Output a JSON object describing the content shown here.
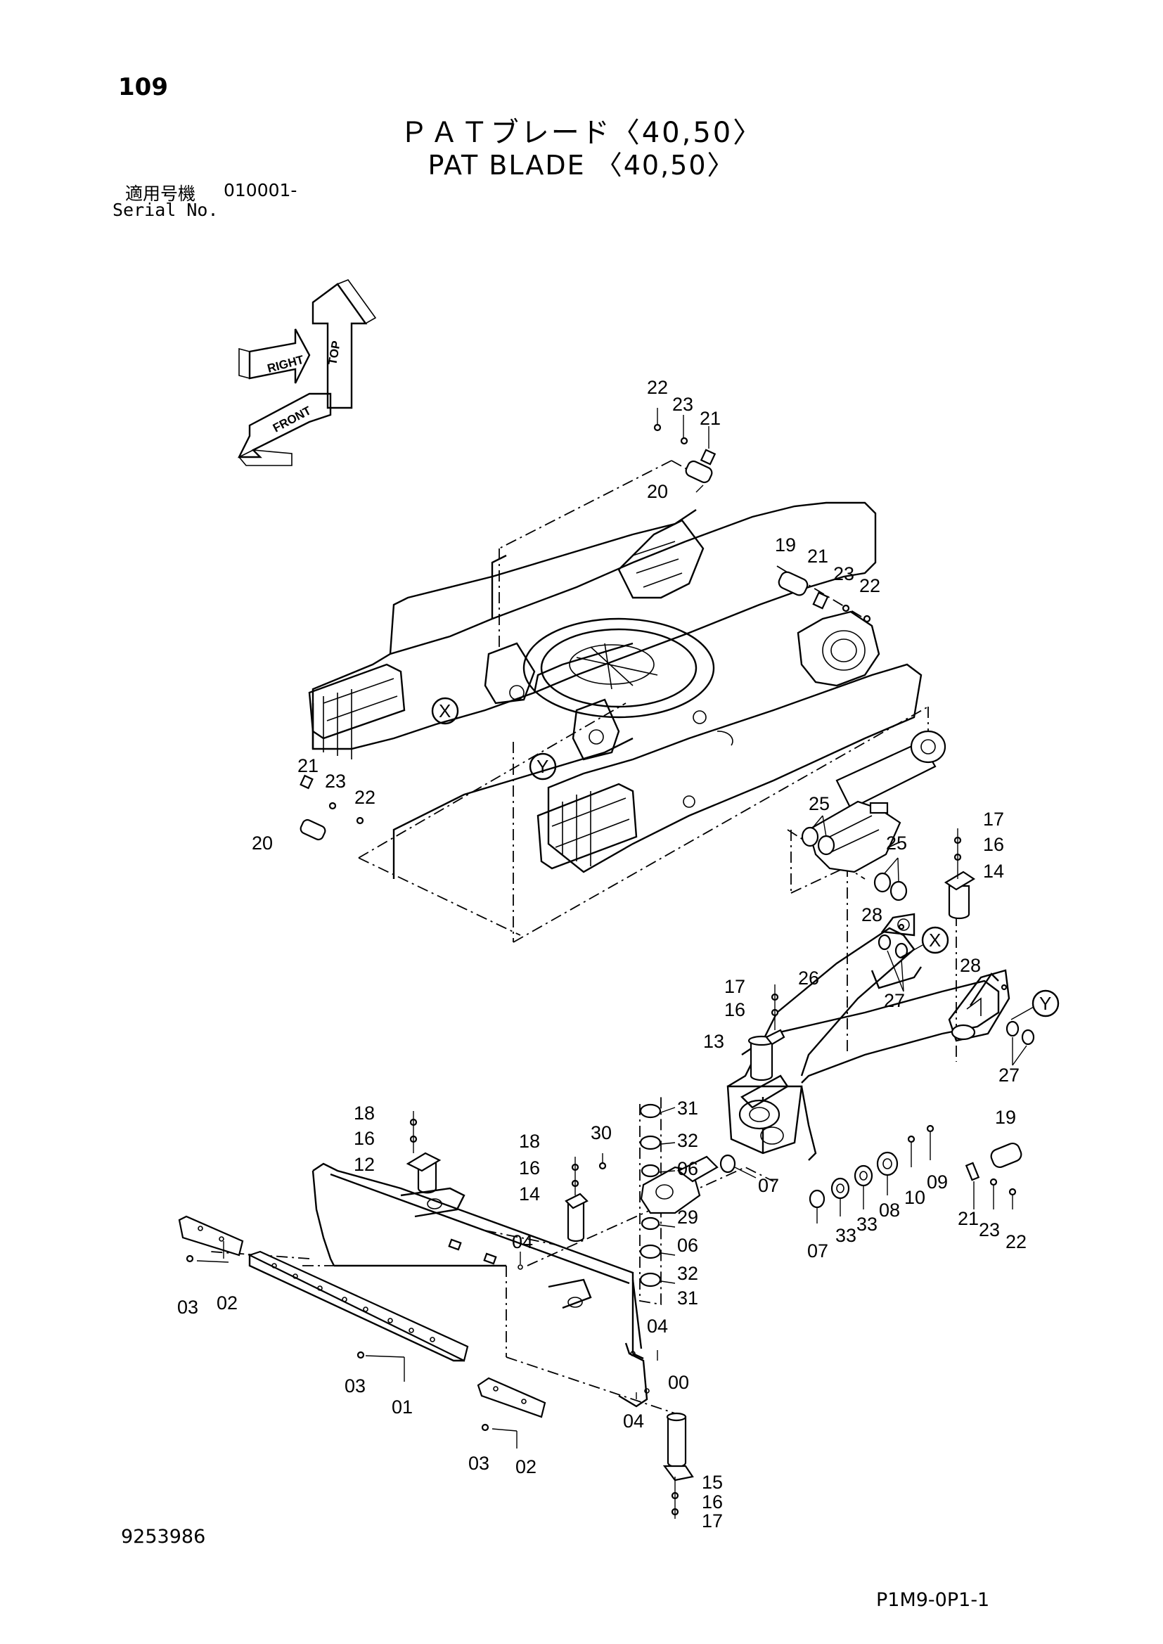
{
  "page_number": "109",
  "title_jp": "ＰＡＴブレード〈40,50〉",
  "title_en": "PAT BLADE 〈40,50〉",
  "serial_label_jp": "適用号機",
  "serial_value": "010001-",
  "serial_label_en": "Serial No.",
  "drawing_number": "9253986",
  "page_code": "P1M9-0P1-1",
  "orientation": {
    "top": "TOP",
    "right": "RIGHT",
    "front": "FRONT"
  },
  "references": {
    "x": "X",
    "y": "Y"
  },
  "callouts": [
    "22",
    "23",
    "21",
    "20",
    "19",
    "21",
    "23",
    "22",
    "21",
    "23",
    "22",
    "20",
    "25",
    "25",
    "17",
    "16",
    "14",
    "28",
    "26",
    "27",
    "28",
    "27",
    "17",
    "16",
    "13",
    "19",
    "31",
    "32",
    "06",
    "07",
    "18",
    "16",
    "12",
    "18",
    "16",
    "14",
    "30",
    "29",
    "06",
    "32",
    "31",
    "04",
    "04",
    "04",
    "07",
    "33",
    "33",
    "08",
    "10",
    "09",
    "21",
    "23",
    "22",
    "03",
    "02",
    "03",
    "01",
    "00",
    "03",
    "02",
    "15",
    "16",
    "17"
  ]
}
